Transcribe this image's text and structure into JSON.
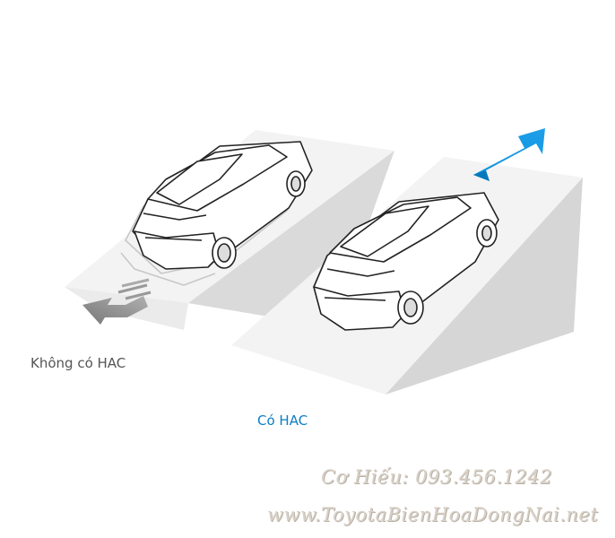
{
  "labels": {
    "without_hac": "Không có HAC",
    "with_hac": "Có HAC"
  },
  "watermark": {
    "phone": "Cơ Hiếu: 093.456.1242",
    "site": "www.ToyotaBienHoaDongNai.net"
  },
  "colors": {
    "with_hac_text": "#0b7fc4",
    "without_hac_text": "#555555",
    "up_arrow": "#0a8fdc",
    "down_arrow": "#8a8a8a",
    "ramp_light": "#f2f2f2",
    "ramp_side": "#d8d8d8"
  },
  "icons": {
    "left_scene": "car-rolling-back-icon",
    "right_scene": "car-holding-on-slope-icon"
  }
}
